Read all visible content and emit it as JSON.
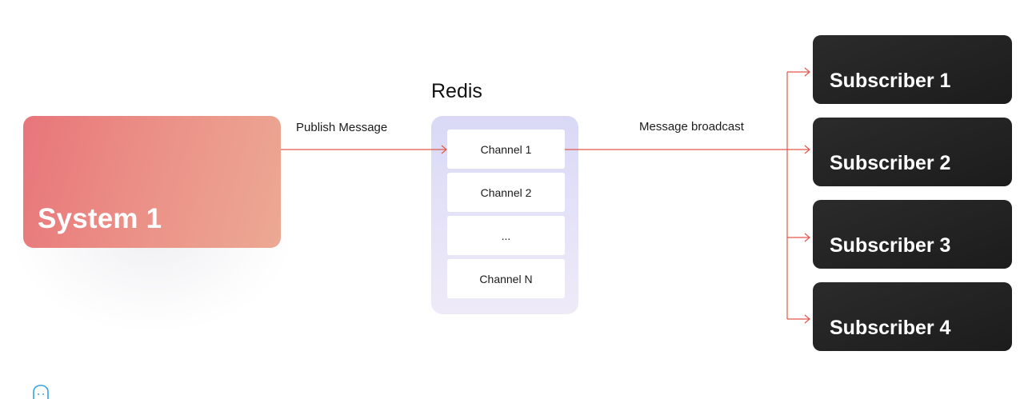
{
  "diagram": {
    "source": {
      "label": "System 1"
    },
    "edges": {
      "publish_label": "Publish Message",
      "broadcast_label": "Message broadcast"
    },
    "broker": {
      "title": "Redis",
      "channels": [
        {
          "label": "Channel 1"
        },
        {
          "label": "Channel 2"
        },
        {
          "label": "..."
        },
        {
          "label": "Channel N"
        }
      ]
    },
    "subscribers": [
      {
        "label": "Subscriber 1"
      },
      {
        "label": "Subscriber 2"
      },
      {
        "label": "Subscriber 3"
      },
      {
        "label": "Subscriber 4"
      }
    ]
  },
  "colors": {
    "arrow": "#e0574a",
    "system_gradient_start": "#e8757a",
    "system_gradient_end": "#eca994",
    "redis_container": "#dcdaf6",
    "subscriber_box": "#222222",
    "icon": "#3aa0e8"
  }
}
